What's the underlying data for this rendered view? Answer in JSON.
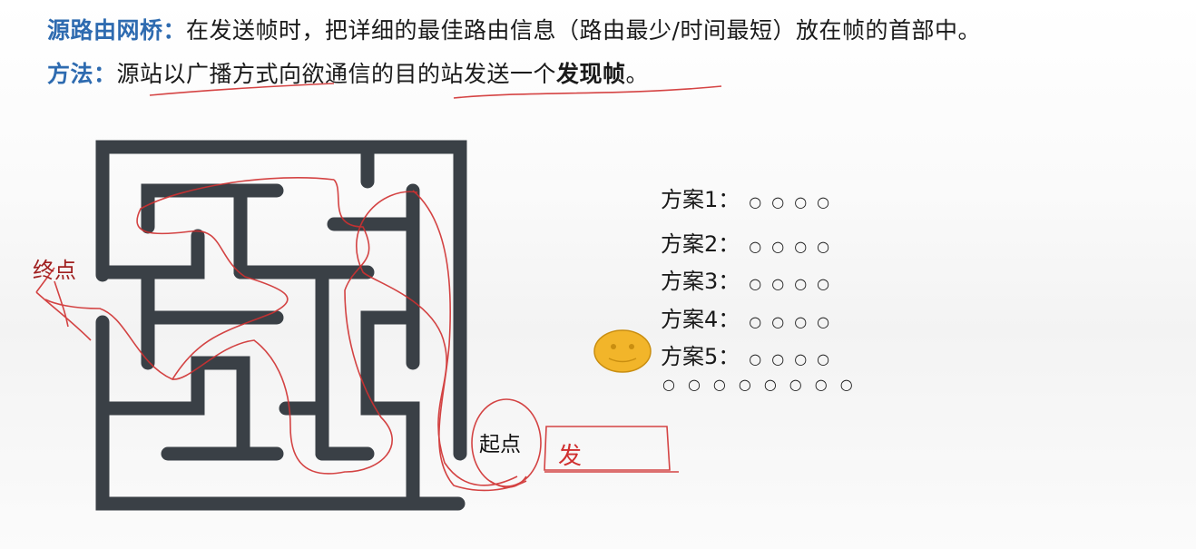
{
  "slide": {
    "line1": {
      "label": "源路由网桥：",
      "text": "在发送帧时，把详细的最佳路由信息（路由最少/时间最短）放在帧的首部中。"
    },
    "line2": {
      "label": "方法：",
      "text_before": "源站以广播方式向欲通信的目的站发送一个",
      "bold": "发现帧",
      "text_after": "。"
    }
  },
  "maze": {
    "end_label": "终点",
    "start_label": "起点",
    "send_annotation": "发"
  },
  "schemes": {
    "items": [
      {
        "label": "方案1：",
        "dots": "○○○○"
      },
      {
        "label": "方案2：",
        "dots": "○○○○"
      },
      {
        "label": "方案3：",
        "dots": "○○○○"
      },
      {
        "label": "方案4：",
        "dots": "○○○○"
      },
      {
        "label": "方案5：",
        "dots": "○○○○"
      }
    ],
    "more_dots": "○○○○○○○○"
  },
  "colors": {
    "label_blue": "#2e6bb0",
    "maze_wall": "#3a4046",
    "annotation_red": "#d03030",
    "smiley_fill": "#f2b52a"
  }
}
